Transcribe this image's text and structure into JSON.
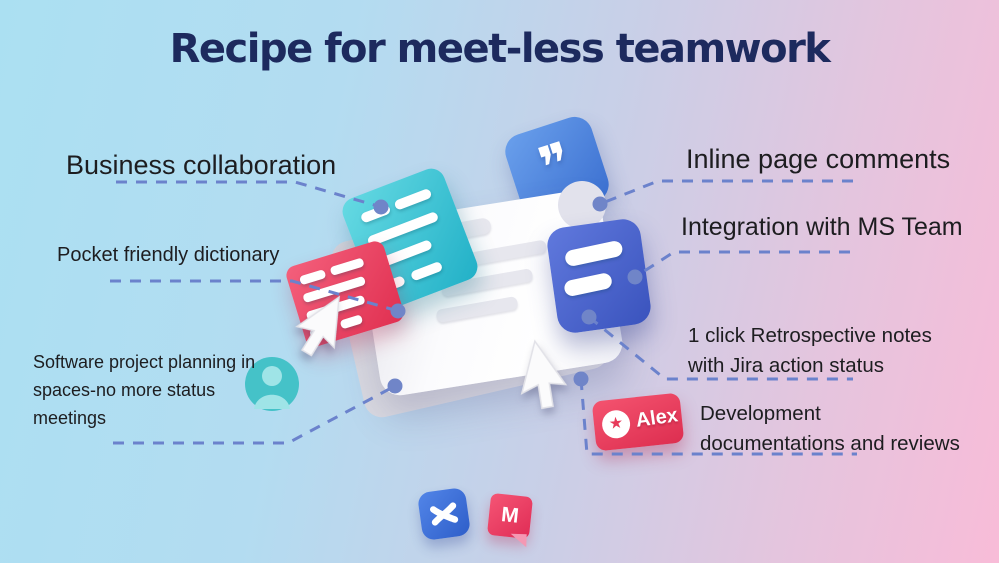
{
  "title": "Recipe for meet-less teamwork",
  "callouts": {
    "business_collaboration": "Business collaboration",
    "pocket_dictionary": "Pocket friendly dictionary",
    "software_planning": {
      "line1": "Software project planning in",
      "line2": "spaces-no more status",
      "line3": "meetings"
    },
    "inline_comments": "Inline page comments",
    "ms_team_integration": "Integration with MS Team",
    "retro_notes": {
      "line1": "1 click Retrospective notes",
      "line2": "with Jira action status"
    },
    "dev_docs": {
      "line1": "Development",
      "line2": "documentations and reviews"
    }
  },
  "badge": {
    "name": "Alex",
    "star_glyph": "★"
  },
  "illustration": {
    "quote_glyph": "❞",
    "m_icon_letter": "M"
  },
  "colors": {
    "background_blue": "#abe0f2",
    "background_pink": "#f8bcd8",
    "title_navy": "#1d2a5e",
    "dash_blue": "#6b82cc",
    "dot_blue": "#7085c8",
    "teal_card": "#21b0c7",
    "red_card": "#e02f50",
    "blue_card": "#3a53bd",
    "quote_card_blue": "#3b6fd0",
    "badge_red": "#dd2e50",
    "label_text": "#1d1d20"
  }
}
